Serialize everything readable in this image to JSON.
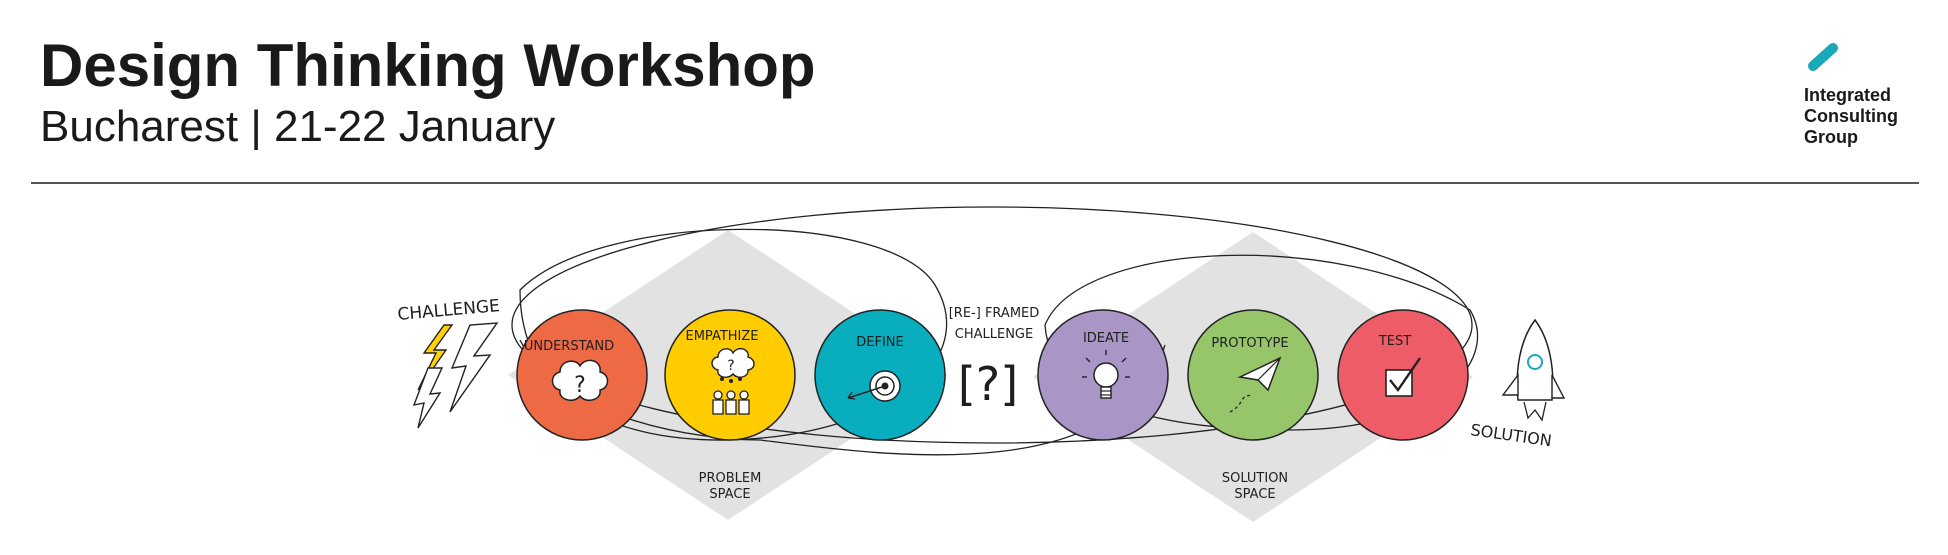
{
  "header": {
    "title": "Design Thinking Workshop",
    "subtitle": "Bucharest | 21-22 January"
  },
  "logo": {
    "line1": "Integrated",
    "line2": "Consulting",
    "line3": "Group",
    "accent_color": "#1aa9b8"
  },
  "diagram": {
    "challenge_label": "CHALLENGE",
    "solution_label": "SOLUTION",
    "reframed_line1": "[RE-] FRAMED",
    "reframed_line2": "CHALLENGE",
    "reframed_symbol": "[?]",
    "problem_space_line1": "PROBLEM",
    "problem_space_line2": "SPACE",
    "solution_space_line1": "SOLUTION",
    "solution_space_line2": "SPACE",
    "stages": [
      {
        "label": "UNDERSTAND",
        "color": "#ee6a45",
        "icon": "thought-cloud-question-icon"
      },
      {
        "label": "EMPATHIZE",
        "color": "#ffcc00",
        "icon": "people-thinking-icon"
      },
      {
        "label": "DEFINE",
        "color": "#08aebe",
        "icon": "target-arrow-icon"
      },
      {
        "label": "IDEATE",
        "color": "#a996c6",
        "icon": "lightbulb-icon"
      },
      {
        "label": "PROTOTYPE",
        "color": "#97c56a",
        "icon": "paper-plane-icon"
      },
      {
        "label": "TEST",
        "color": "#ed5c67",
        "icon": "checkbox-icon"
      }
    ]
  }
}
